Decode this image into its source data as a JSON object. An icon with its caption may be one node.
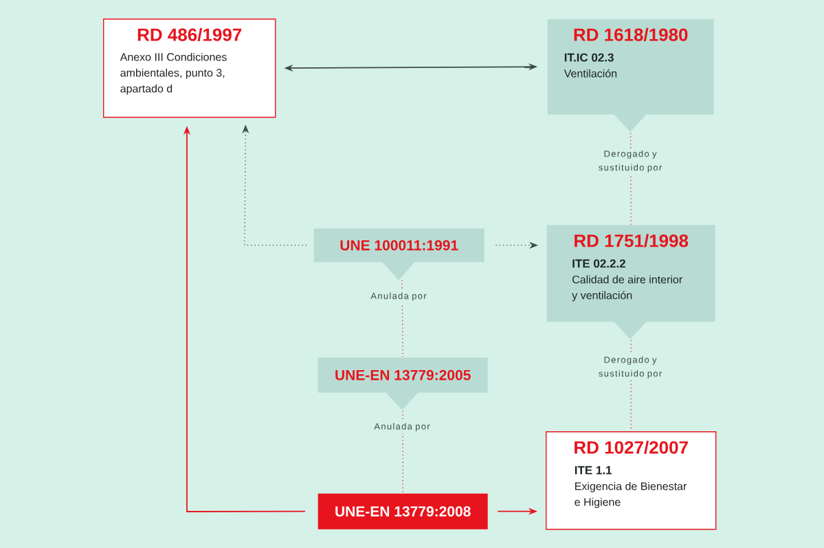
{
  "diagram": {
    "nodes": [
      {
        "text": [
          "RD 486/1997",
          "Anexo III Condiciones ambientales, punto 3, apartado d"
        ]
      },
      {
        "text": [
          "RD 1618/1980",
          "IT.IC 02.3",
          "Ventilación"
        ]
      },
      {
        "text": [
          "UNE 100011:1991"
        ]
      },
      {
        "text": [
          "RD 1751/1998",
          "ITE 02.2.2",
          "Calidad de aire interior y ventilación"
        ]
      },
      {
        "text": [
          "UNE-EN 13779:2005"
        ]
      },
      {
        "text": [
          "UNE-EN 13779:2008"
        ]
      },
      {
        "text": [
          "RD 1027/2007",
          "ITE 1.1",
          "Exigencia de Bienestar e Higiene"
        ]
      }
    ],
    "edges": [
      {
        "from": 0,
        "to": 1,
        "arrow": "both",
        "color": "#3d4a49"
      },
      {
        "from": 1,
        "to": 3,
        "arrow": "none",
        "label": "Derogado y sustituido por",
        "style": "dashed",
        "color": "#e8141d"
      },
      {
        "from": 2,
        "to": 0,
        "arrow": "to",
        "style": "dashed",
        "color": "#3d4a49"
      },
      {
        "from": 2,
        "to": 3,
        "arrow": "to",
        "style": "dashed",
        "color": "#3d4a49"
      },
      {
        "from": 2,
        "to": 4,
        "arrow": "none",
        "label": "Anulada por",
        "style": "dashed",
        "color": "#e8141d"
      },
      {
        "from": 4,
        "to": 5,
        "arrow": "none",
        "label": "Anulada por",
        "style": "dashed",
        "color": "#e8141d"
      },
      {
        "from": 3,
        "to": 6,
        "arrow": "none",
        "label": "Derogado y sustituido por",
        "style": "dashed",
        "color": "#e8141d"
      },
      {
        "from": 5,
        "to": 0,
        "arrow": "to",
        "color": "#e8141d"
      },
      {
        "from": 5,
        "to": 6,
        "arrow": "to",
        "color": "#e8141d"
      }
    ]
  }
}
